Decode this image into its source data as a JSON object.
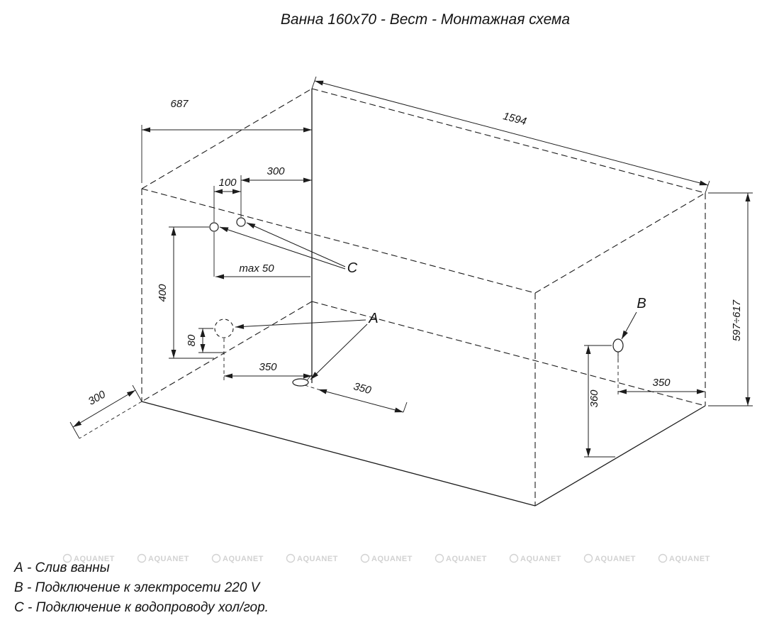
{
  "title": "Ванна 160х70 - Вест - Монтажная схема",
  "diagram": {
    "dimensions": {
      "width": "687",
      "length": "1594",
      "water_offset": "300",
      "water_spacing": "100",
      "water_protrusion": "max  50",
      "water_height": "400",
      "drain_height": "80",
      "drain_offset": "350",
      "drain_floor_offset": "350",
      "corner_offset": "300",
      "electric_height": "360",
      "electric_offset": "350",
      "overall_height": "597÷617"
    },
    "labels": {
      "drain": "A",
      "electric": "B",
      "water": "C"
    }
  },
  "legend": {
    "items": [
      "А - Слив ванны",
      "В - Подключение к электросети 220 V",
      "С - Подключение к водопроводу хол/гор."
    ]
  },
  "watermark": {
    "text": "AQUANET"
  },
  "colors": {
    "line": "#1c1c1c",
    "watermark": "#d2d2d2",
    "background": "#ffffff"
  }
}
